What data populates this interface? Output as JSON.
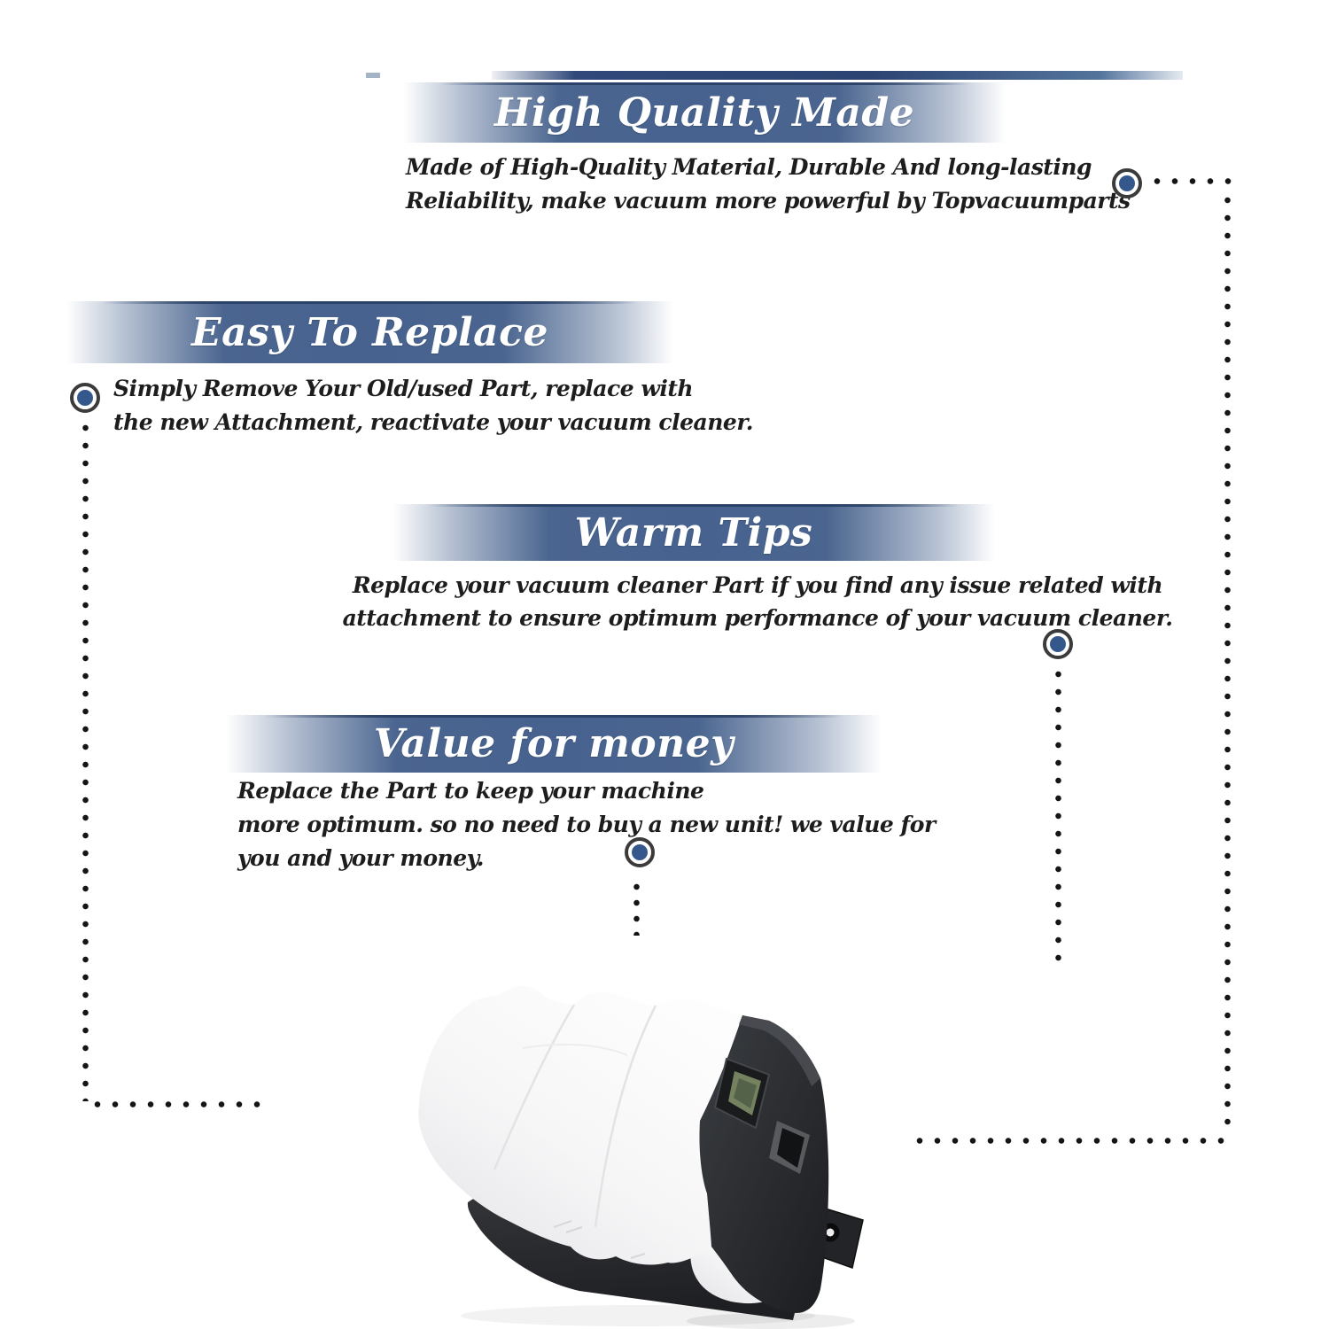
{
  "image_type": "product-infographic",
  "background": "#ffffff",
  "colors": {
    "banner_blue": "#47628f",
    "banner_edge_dark": "#2c4472",
    "heading_text": "#ffffff",
    "body_text": "#1d1d1d",
    "dotted_line": "#151515",
    "marker_ring": "#3b3b3b",
    "marker_dot": "#35588c",
    "battery_white": "#fafafa",
    "connector_black": "#2b2d31",
    "contact_green": "#75825f"
  },
  "sections": [
    {
      "title": "High Quality Made",
      "body_lines": [
        "Made of High-Quality Material, Durable And long-lasting",
        "Reliability, make vacuum more powerful by Topvacuumparts"
      ]
    },
    {
      "title": "Easy To Replace",
      "body_lines": [
        "Simply Remove Your Old/used Part, replace with",
        "the new Attachment, reactivate your vacuum cleaner."
      ]
    },
    {
      "title": "Warm Tips",
      "body_lines": [
        "Replace your vacuum cleaner Part if you find any issue related with",
        "attachment to ensure optimum performance of your vacuum cleaner."
      ]
    },
    {
      "title": "Value for money",
      "body_lines": [
        "Replace the Part to keep your machine",
        "more optimum. so no need to buy a new unit! we value for",
        "you and your money."
      ]
    }
  ],
  "product": {
    "name": "vacuum cleaner battery pack",
    "description": "White battery pack with black connector end cap mounted on a black base plate"
  }
}
